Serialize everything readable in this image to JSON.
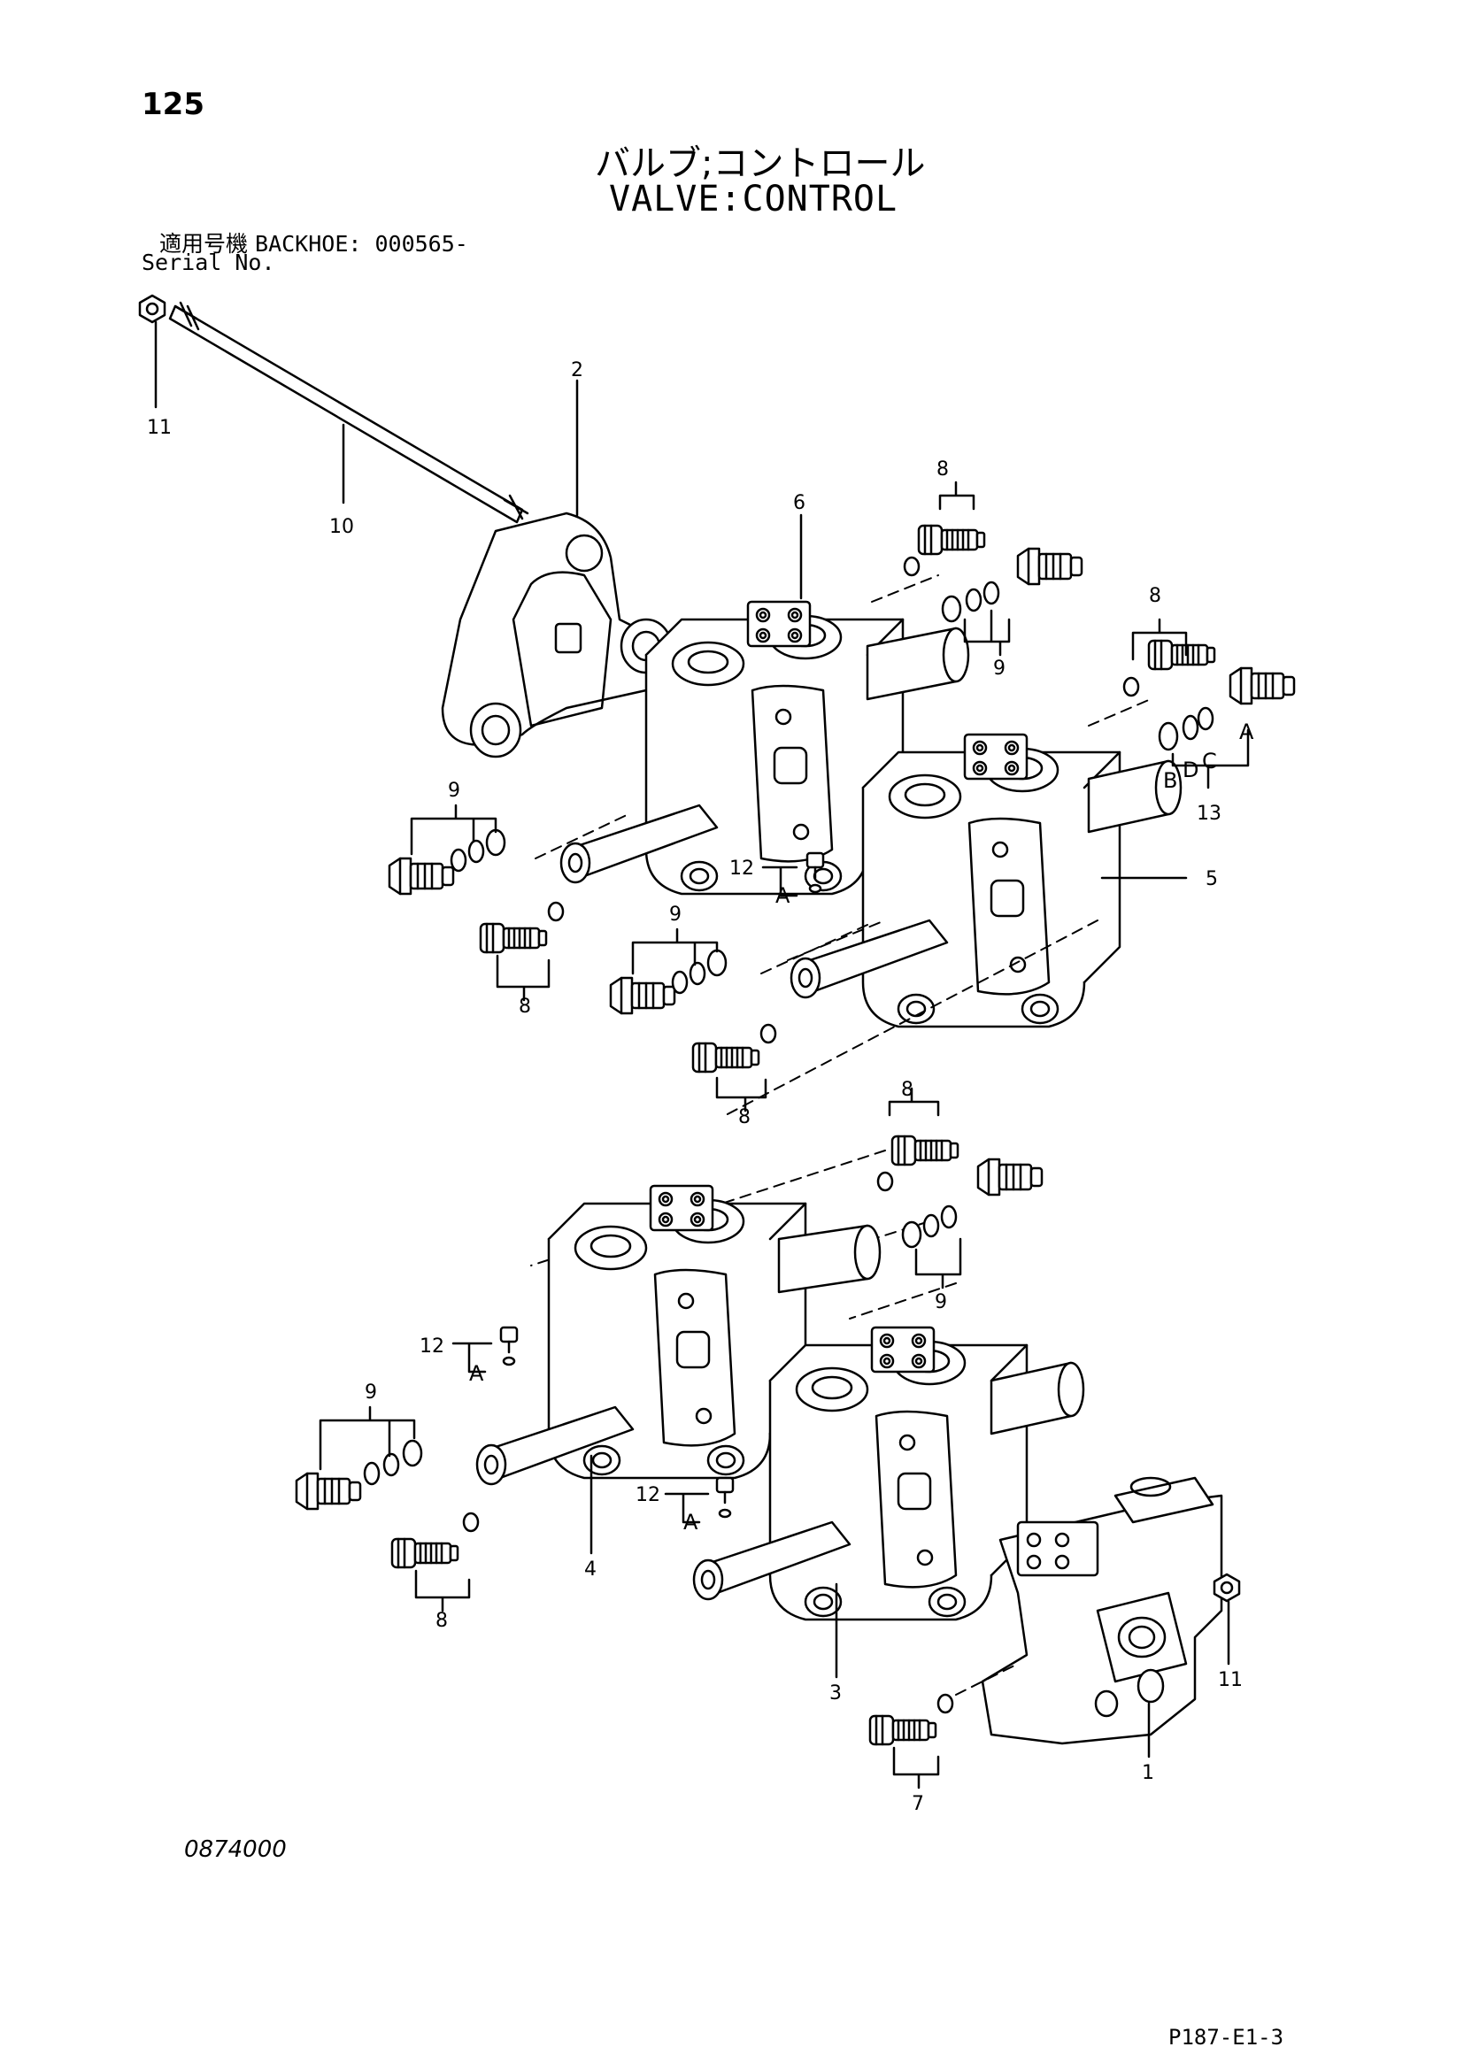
{
  "header": {
    "page_number": "125",
    "title_jp": "バルブ;コントロール",
    "title_en": "VALVE:CONTROL",
    "serial_label_jp": "適用号機",
    "serial_value": "BACKHOE: 000565-",
    "serial_label_en": "Serial No."
  },
  "footer": {
    "drawing_code": "0874000",
    "sheet_code": "P187-E1-3"
  },
  "callouts": {
    "c1": "1",
    "c2": "2",
    "c3": "3",
    "c4": "4",
    "c5": "5",
    "c6": "6",
    "c7": "7",
    "c8a": "8",
    "c8b": "8",
    "c8c": "8",
    "c8d": "8",
    "c8e": "8",
    "c8f": "8",
    "c9a": "9",
    "c9b": "9",
    "c9c": "9",
    "c9d": "9",
    "c9e": "9",
    "c10": "10",
    "c11a": "11",
    "c11b": "11",
    "c12a": "12",
    "c12b": "12",
    "c12c": "12",
    "c13": "13"
  },
  "ref_letters": {
    "a1": "A",
    "a2": "A",
    "a3": "A",
    "a4": "A",
    "b": "B",
    "d": "D",
    "c": "C"
  }
}
